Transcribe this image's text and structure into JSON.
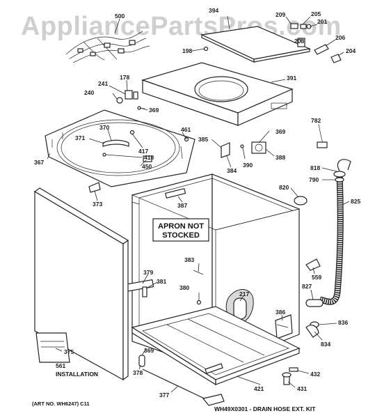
{
  "watermark": "AppliancePartsPros.com",
  "callouts": {
    "p500": "500",
    "p394": "394",
    "p209": "209",
    "p205": "205",
    "p201": "201",
    "p198": "198",
    "p208": "208",
    "p206": "206",
    "p204": "204",
    "p391": "391",
    "p178": "178",
    "p241": "241",
    "p240": "240",
    "p369a": "369",
    "p370": "370",
    "p371": "371",
    "p417": "417",
    "p418": "418",
    "p450": "450",
    "p461": "461",
    "p367": "367",
    "p385": "385",
    "p369b": "369",
    "p782": "782",
    "p384": "384",
    "p390": "390",
    "p388": "388",
    "p818": "818",
    "p790": "790",
    "p820": "820",
    "p825": "825",
    "p373": "373",
    "p387": "387",
    "p383": "383",
    "p379": "379",
    "p381": "381",
    "p380": "380",
    "p217": "217",
    "p559": "559",
    "p827": "827",
    "p386": "386",
    "p836": "836",
    "p834": "834",
    "p375": "375",
    "p369c": "369",
    "p378": "378",
    "p432": "432",
    "p421": "421",
    "p431": "431",
    "p377": "377",
    "p561": "561"
  },
  "notes": {
    "apron_line1": "APRON NOT",
    "apron_line2": "STOCKED",
    "installation": "INSTALLATION",
    "art_no": "(ART NO. WH6247) C11",
    "drain_kit": "WH49X0301 - DRAIN HOSE EXT. KIT"
  }
}
